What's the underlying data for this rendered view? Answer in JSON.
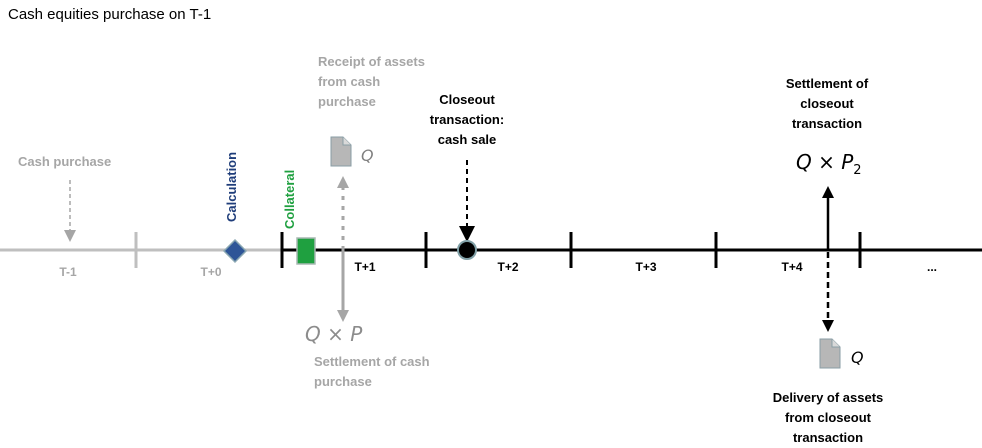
{
  "title": "Cash equities purchase on T-1",
  "timeline": {
    "ticks": [
      "T-1",
      "T+0",
      "T+1",
      "T+2",
      "T+3",
      "T+4",
      "..."
    ]
  },
  "events": {
    "cash_purchase": "Cash purchase",
    "calculation": "Calculation",
    "collateral": "Collateral",
    "receipt_of_assets": [
      "Receipt of assets",
      "from cash",
      "purchase"
    ],
    "receipt_quantity": "Q",
    "closeout_transaction": [
      "Closeout",
      "transaction:",
      "cash sale"
    ],
    "settlement_of_closeout": [
      "Settlement of",
      "closeout",
      "transaction"
    ],
    "settlement_closeout_amount": "Q × P",
    "settlement_closeout_subscript": "2",
    "settlement_cash_amount": "Q × P",
    "settlement_of_cash_purchase": [
      "Settlement of cash",
      "purchase"
    ],
    "delivery_quantity": "Q",
    "delivery_of_assets": [
      "Delivery of assets",
      "from closeout",
      "transaction"
    ]
  },
  "colors": {
    "grey_text": "#a6a6a6",
    "grey_line": "#bfbfbf",
    "black_line": "#000000",
    "calculation_blue": "#1f3d7a",
    "diamond_fill": "#2e5597",
    "collateral_green": "#1fa040",
    "doc_icon_fill": "#b7b7b7",
    "closeout_dot_fill": "#000000",
    "closeout_dot_stroke": "#7f9fa6"
  }
}
